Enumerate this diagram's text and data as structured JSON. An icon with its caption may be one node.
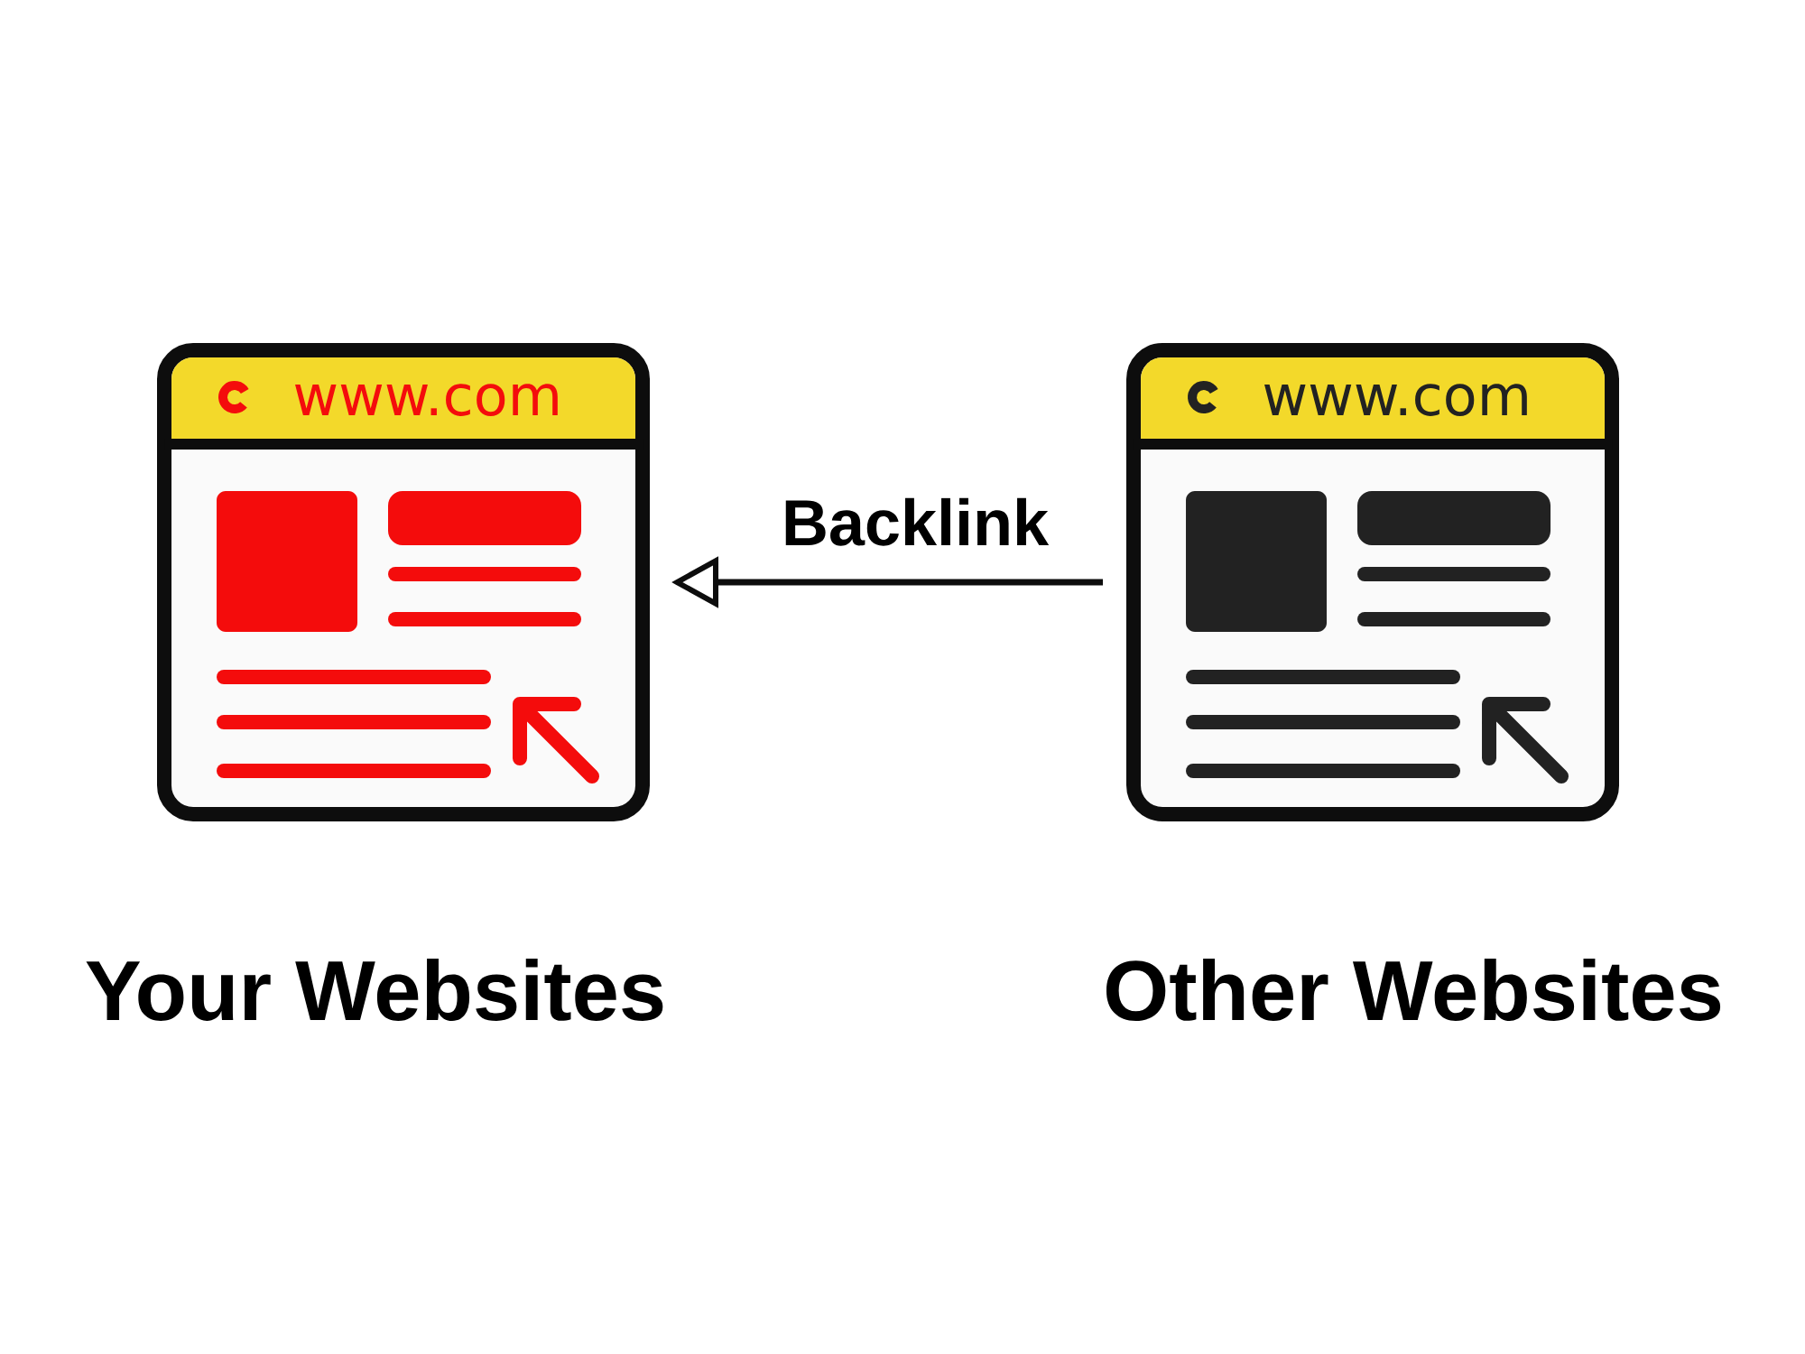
{
  "diagram": {
    "nodes": [
      {
        "text": [
          "www.com"
        ],
        "beside": [
          "Your Websites"
        ]
      },
      {
        "text": [
          "www.com"
        ],
        "beside": [
          "Other Websites"
        ]
      }
    ],
    "edges": [
      {
        "from": 1,
        "to": 0,
        "arrow": "to",
        "label": "Backlink"
      }
    ]
  }
}
